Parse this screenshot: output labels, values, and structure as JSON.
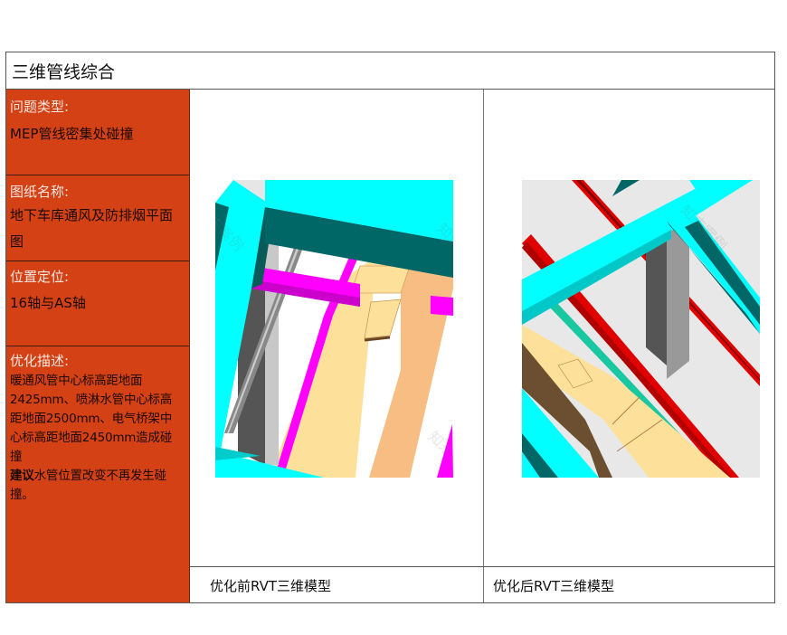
{
  "title": "三维管线综合",
  "sections": {
    "problem_type": {
      "label": "问题类型:",
      "value": "MEP管线密集处碰撞"
    },
    "drawing_name": {
      "label": "图纸名称:",
      "value_line1": "地下车库通风及防排烟平面",
      "value_line2": "图"
    },
    "location": {
      "label": "位置定位:",
      "value": "16轴与AS轴"
    },
    "optimization": {
      "label": "优化描述:",
      "line1": "暖通风管中心标高距地面",
      "line2": "2425mm、喷淋水管中心标高",
      "line3": "距地面2500mm、电气桥架中",
      "line4": "心标高距地面2450mm造成碰",
      "line5": "撞",
      "suggestion_bold": "建议",
      "suggestion_line1": "水管位置改变不再发生碰",
      "suggestion_line2": "撞。"
    }
  },
  "images": {
    "before": {
      "alt": "优化前RVT三维模型 rendering"
    },
    "after": {
      "alt": "优化后RVT三维模型 rendering"
    }
  },
  "captions": {
    "before": "优化前RVT三维模型",
    "after": "优化后RVT三维模型"
  },
  "watermark": "知末案例",
  "colors": {
    "left_panel": "#D44115",
    "duct_cyan": "#00FFFF",
    "duct_dark": "#006666",
    "sprinkler_magenta": "#FF00FF",
    "cable_tray_tan": "#FDE19A",
    "red_pipe": "#E00000"
  }
}
